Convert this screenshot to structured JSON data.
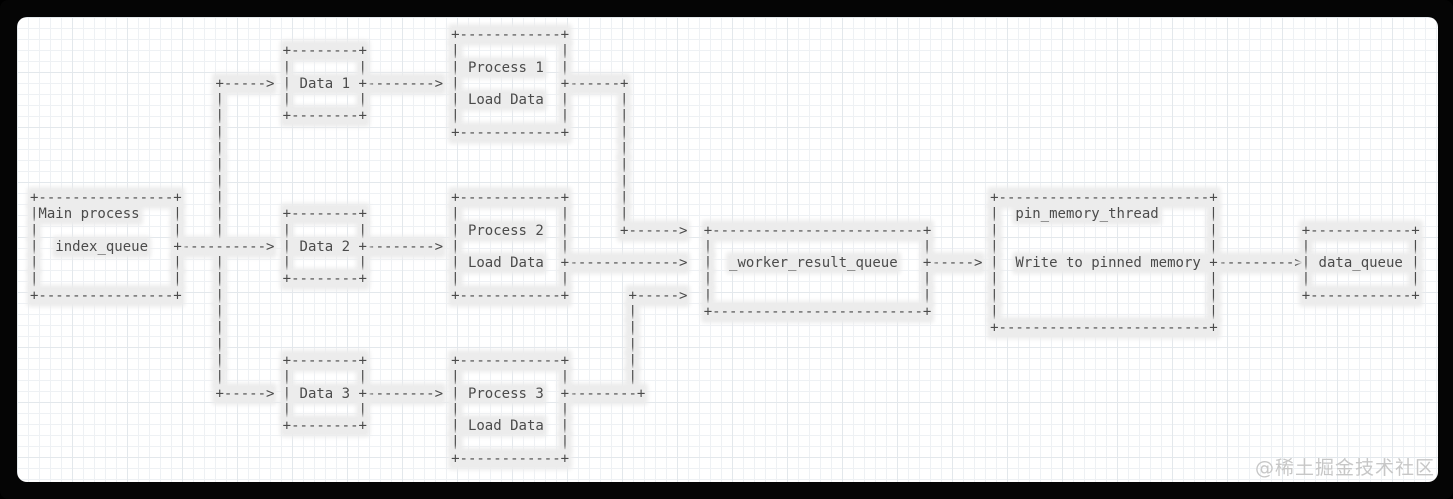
{
  "watermark": {
    "text": "@稀土掘金技术社区"
  },
  "colors": {
    "frame": "#050505",
    "paper": "#ffffff",
    "grid_minor": "#eef1f4",
    "grid_major": "#e3e8ec",
    "ink": "#4b4b4b",
    "text_band": "#ececec",
    "watermark": "#c7c7c7"
  },
  "diagram": {
    "boxes": [
      {
        "name": "main-process",
        "labels": [
          "Main process",
          "index_queue"
        ],
        "row": 10,
        "col": 0,
        "lines": [
          "+----------------+",
          "|Main process    |",
          "|                |",
          "|  index_queue   +",
          "|                |",
          "|                |",
          "+----------------+"
        ]
      },
      {
        "name": "data-1",
        "labels": [
          "Data 1"
        ],
        "row": 1,
        "col": 30,
        "lines": [
          "+--------+",
          "|        |",
          "| Data 1 +",
          "|        |",
          "+--------+"
        ]
      },
      {
        "name": "data-2",
        "labels": [
          "Data 2"
        ],
        "row": 11,
        "col": 30,
        "lines": [
          "+--------+",
          "|        |",
          "| Data 2 +",
          "|        |",
          "+--------+"
        ]
      },
      {
        "name": "data-3",
        "labels": [
          "Data 3"
        ],
        "row": 20,
        "col": 30,
        "lines": [
          "+--------+",
          "|        |",
          "| Data 3 +",
          "|        |",
          "+--------+"
        ]
      },
      {
        "name": "process-1",
        "labels": [
          "Process 1",
          "Load Data"
        ],
        "row": 0,
        "col": 50,
        "lines": [
          "+------------+",
          "|            |",
          "| Process 1  |",
          "|            +",
          "| Load Data  |",
          "|            |",
          "+------------+"
        ]
      },
      {
        "name": "process-2",
        "labels": [
          "Process 2",
          "Load Data"
        ],
        "row": 10,
        "col": 50,
        "lines": [
          "+------------+",
          "|            |",
          "| Process 2  |",
          "|            |",
          "| Load Data  +",
          "|            |",
          "+------------+"
        ]
      },
      {
        "name": "process-3",
        "labels": [
          "Process 3",
          "Load Data"
        ],
        "row": 20,
        "col": 50,
        "lines": [
          "+------------+",
          "|            |",
          "| Process 3  +",
          "|            |",
          "| Load Data  |",
          "|            |",
          "+------------+"
        ]
      },
      {
        "name": "worker-result-queue",
        "labels": [
          "_worker_result_queue"
        ],
        "row": 12,
        "col": 80,
        "lines": [
          "+-------------------------+",
          "|                         |",
          "|  _worker_result_queue   +",
          "|                         |",
          "|                         |",
          "+-------------------------+"
        ]
      },
      {
        "name": "pin-memory-thread",
        "labels": [
          "pin_memory_thread",
          "Write to pinned memory"
        ],
        "row": 10,
        "col": 114,
        "lines": [
          "+-------------------------+",
          "|  pin_memory_thread      |",
          "|                         |",
          "|                         |",
          "|  Write to pinned memory +",
          "|                         |",
          "|                         |",
          "|                         |",
          "+-------------------------+"
        ]
      },
      {
        "name": "data-queue",
        "labels": [
          "data_queue"
        ],
        "row": 12,
        "col": 151,
        "lines": [
          "+------------+",
          "|            |",
          "| data_queue |",
          "|            |",
          "+------------+"
        ]
      }
    ],
    "segments": [
      {
        "type": "v",
        "col": 22,
        "from": 4,
        "to": 21
      },
      {
        "type": "v",
        "col": 70,
        "from": 4,
        "to": 11
      },
      {
        "type": "v",
        "col": 71,
        "from": 17,
        "to": 21
      },
      {
        "type": "h",
        "row": 3,
        "col": 22,
        "text": "+----->"
      },
      {
        "type": "h",
        "row": 22,
        "col": 22,
        "text": "+----->"
      },
      {
        "type": "h",
        "row": 13,
        "col": 18,
        "text": "---------->"
      },
      {
        "type": "h",
        "row": 3,
        "col": 40,
        "text": "-------->"
      },
      {
        "type": "h",
        "row": 13,
        "col": 40,
        "text": "-------->"
      },
      {
        "type": "h",
        "row": 22,
        "col": 40,
        "text": "-------->"
      },
      {
        "type": "h",
        "row": 3,
        "col": 64,
        "text": "------+"
      },
      {
        "type": "h",
        "row": 12,
        "col": 70,
        "text": "+------>"
      },
      {
        "type": "h",
        "row": 14,
        "col": 64,
        "text": "------------->"
      },
      {
        "type": "h",
        "row": 22,
        "col": 64,
        "text": "--------+"
      },
      {
        "type": "h",
        "row": 16,
        "col": 71,
        "text": "+----->"
      },
      {
        "type": "h",
        "row": 14,
        "col": 107,
        "text": "----->"
      },
      {
        "type": "h",
        "row": 14,
        "col": 141,
        "text": "--------->"
      }
    ],
    "grid_rows": 27,
    "grid_cols": 166
  }
}
